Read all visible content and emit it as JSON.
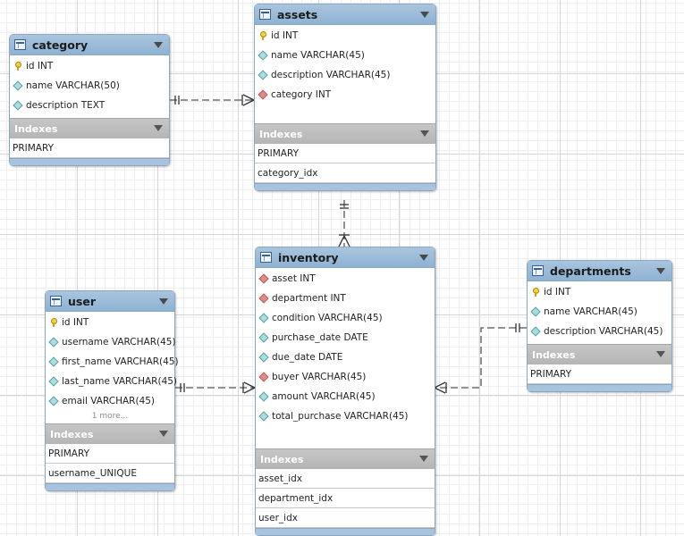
{
  "diagram": {
    "tables": [
      {
        "key": "category",
        "name": "category",
        "columns": [
          {
            "label": "id INT",
            "kind": "pk"
          },
          {
            "label": "name VARCHAR(50)",
            "kind": "col"
          },
          {
            "label": "description TEXT",
            "kind": "col"
          }
        ],
        "indexes_label": "Indexes",
        "indexes": [
          "PRIMARY"
        ]
      },
      {
        "key": "assets",
        "name": "assets",
        "columns": [
          {
            "label": "id INT",
            "kind": "pk"
          },
          {
            "label": "name VARCHAR(45)",
            "kind": "col"
          },
          {
            "label": "description VARCHAR(45)",
            "kind": "col"
          },
          {
            "label": "category INT",
            "kind": "fk"
          }
        ],
        "indexes_label": "Indexes",
        "indexes": [
          "PRIMARY",
          "category_idx"
        ]
      },
      {
        "key": "inventory",
        "name": "inventory",
        "columns": [
          {
            "label": "asset INT",
            "kind": "fk"
          },
          {
            "label": "department INT",
            "kind": "fk"
          },
          {
            "label": "condition VARCHAR(45)",
            "kind": "col"
          },
          {
            "label": "purchase_date DATE",
            "kind": "col"
          },
          {
            "label": "due_date DATE",
            "kind": "col"
          },
          {
            "label": "buyer VARCHAR(45)",
            "kind": "fk"
          },
          {
            "label": "amount VARCHAR(45)",
            "kind": "col"
          },
          {
            "label": "total_purchase VARCHAR(45)",
            "kind": "col"
          }
        ],
        "indexes_label": "Indexes",
        "indexes": [
          "asset_idx",
          "department_idx",
          "user_idx"
        ]
      },
      {
        "key": "user",
        "name": "user",
        "columns": [
          {
            "label": "id INT",
            "kind": "pk"
          },
          {
            "label": "username VARCHAR(45)",
            "kind": "col"
          },
          {
            "label": "first_name VARCHAR(45)",
            "kind": "col"
          },
          {
            "label": "last_name VARCHAR(45)",
            "kind": "col"
          },
          {
            "label": "email VARCHAR(45)",
            "kind": "col"
          }
        ],
        "more_label": "1 more...",
        "indexes_label": "Indexes",
        "indexes": [
          "PRIMARY",
          "username_UNIQUE"
        ]
      },
      {
        "key": "departments",
        "name": "departments",
        "columns": [
          {
            "label": "id INT",
            "kind": "pk"
          },
          {
            "label": "name VARCHAR(45)",
            "kind": "col"
          },
          {
            "label": "description VARCHAR(45)",
            "kind": "col"
          }
        ],
        "indexes_label": "Indexes",
        "indexes": [
          "PRIMARY"
        ]
      }
    ],
    "relationships": [
      {
        "from": "category",
        "to": "assets",
        "cardinality": "one-to-many"
      },
      {
        "from": "assets",
        "to": "inventory",
        "cardinality": "one-to-many"
      },
      {
        "from": "user",
        "to": "inventory",
        "cardinality": "one-to-many"
      },
      {
        "from": "departments",
        "to": "inventory",
        "cardinality": "one-to-many"
      }
    ],
    "colors": {
      "header": "#9fbfdc",
      "index_header": "#bdbdbd",
      "connector": "#555555",
      "pk_icon": "#f0d23e",
      "fk_icon": "#e08a8a",
      "col_icon": "#a9dde0"
    }
  }
}
